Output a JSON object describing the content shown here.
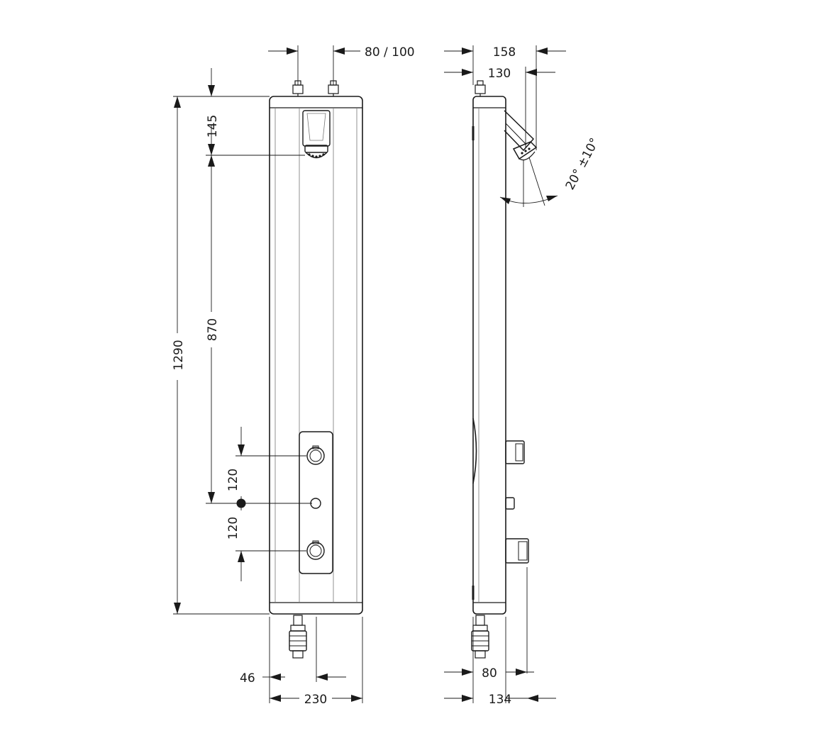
{
  "front_view": {
    "dimensions": {
      "outlet_spacing": "80 / 100",
      "head_to_top": "145",
      "overall_height": "1290",
      "head_to_center": "870",
      "upper_valve": "120",
      "lower_valve": "120",
      "outlet_offset": "46",
      "width": "230"
    }
  },
  "side_view": {
    "dimensions": {
      "head_projection": "158",
      "head_depth": "130",
      "tilt_angle": "20° ±10°",
      "bottom_offset": "80",
      "depth": "134"
    }
  },
  "colors": {
    "line": "#1a1a1a",
    "background": "#ffffff"
  }
}
